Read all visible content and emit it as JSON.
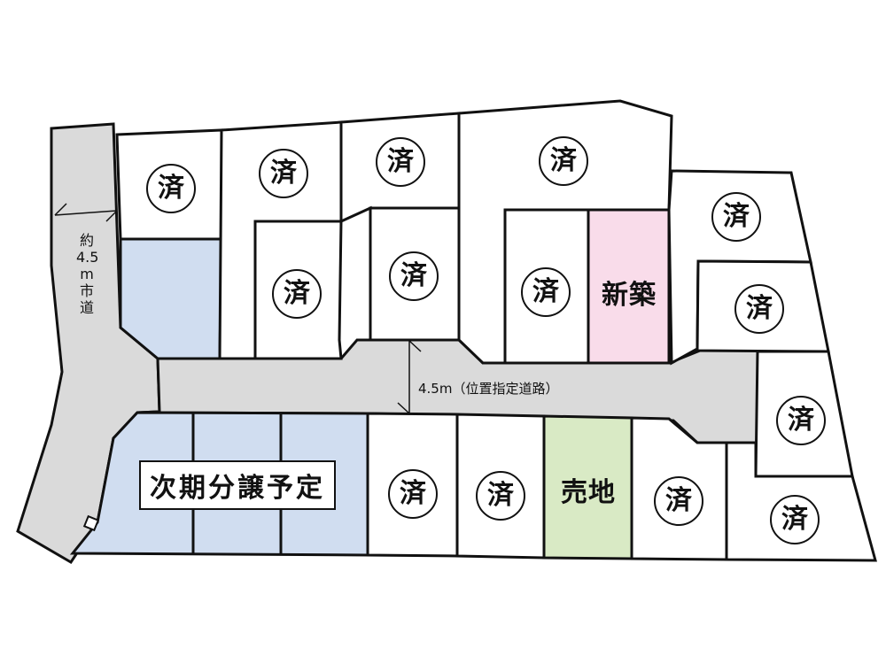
{
  "colors": {
    "road": "#dadada",
    "lot": "#ffffff",
    "future": "#d0ddf0",
    "new_build": "#f9dcea",
    "for_sale": "#d9eac5",
    "line": "#111111"
  },
  "roads": {
    "city_road": {
      "label_lines": [
        "約",
        "4.5",
        "m",
        "市",
        "道"
      ],
      "label": "約4.5m市道"
    },
    "designated_road": {
      "label": "4.5m（位置指定道路）"
    }
  },
  "lots": [
    {
      "id": "lot-1",
      "status": "sold",
      "label": "済"
    },
    {
      "id": "lot-2",
      "status": "sold",
      "label": "済"
    },
    {
      "id": "lot-3",
      "status": "sold",
      "label": "済"
    },
    {
      "id": "lot-4",
      "status": "sold",
      "label": "済"
    },
    {
      "id": "lot-5",
      "status": "sold",
      "label": "済"
    },
    {
      "id": "lot-6",
      "status": "sold",
      "label": "済"
    },
    {
      "id": "lot-7",
      "status": "sold",
      "label": "済"
    },
    {
      "id": "lot-8",
      "status": "new_build",
      "label": "新築"
    },
    {
      "id": "lot-9",
      "status": "sold",
      "label": "済"
    },
    {
      "id": "lot-10",
      "status": "sold",
      "label": "済"
    },
    {
      "id": "lot-11",
      "status": "sold",
      "label": "済"
    },
    {
      "id": "lot-12",
      "status": "sold",
      "label": "済"
    },
    {
      "id": "lot-13",
      "status": "sold",
      "label": "済"
    },
    {
      "id": "lot-14",
      "status": "sold",
      "label": "済"
    },
    {
      "id": "lot-15",
      "status": "for_sale",
      "label": "売地"
    },
    {
      "id": "lot-16",
      "status": "sold",
      "label": "済"
    },
    {
      "id": "lot-17",
      "status": "future",
      "label": ""
    }
  ],
  "future_block": {
    "label": "次期分譲予定"
  }
}
